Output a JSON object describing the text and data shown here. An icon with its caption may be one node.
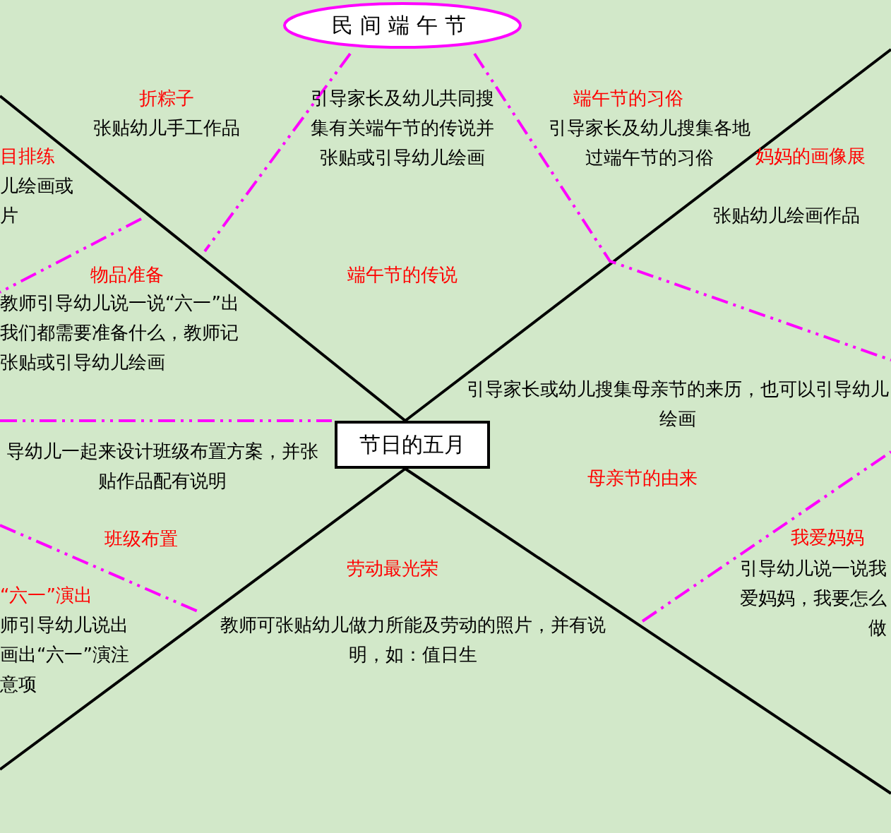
{
  "diagram": {
    "nodes": [
      {
        "text": [
          "民间端午节"
        ]
      },
      {
        "text": [
          "节日的五月"
        ]
      }
    ],
    "labels": [
      "折粽子",
      "引导家长及幼儿共同搜集有关端午节的传说并张贴或引导幼儿绘画",
      "端午节的习俗",
      "张贴幼儿手工作品",
      "引导家长及幼儿搜集各地过端午节的习俗",
      "目排练",
      "妈妈的画像展",
      "儿绘画或片",
      "张贴幼儿绘画作品",
      "物品准备",
      "端午节的传说",
      "教师引导幼儿说一说“六一”出我们都需要准备什么，教师记张贴或引导幼儿绘画",
      "引导家长或幼儿搜集母亲节的来历，也可以引导幼儿绘画",
      "导幼儿一起来设计班级布置方案，并张贴作品配有说明",
      "母亲节的由来",
      "我爱妈妈",
      "班级布置",
      "劳动最光荣",
      "引导幼儿说一说我爱妈妈，我要怎么做",
      "“六一”演出",
      "师引导幼儿说出画出“六一”演注意项",
      "教师可张贴幼儿做力所能及劳动的照片，并有说明，如：值日生"
    ]
  }
}
